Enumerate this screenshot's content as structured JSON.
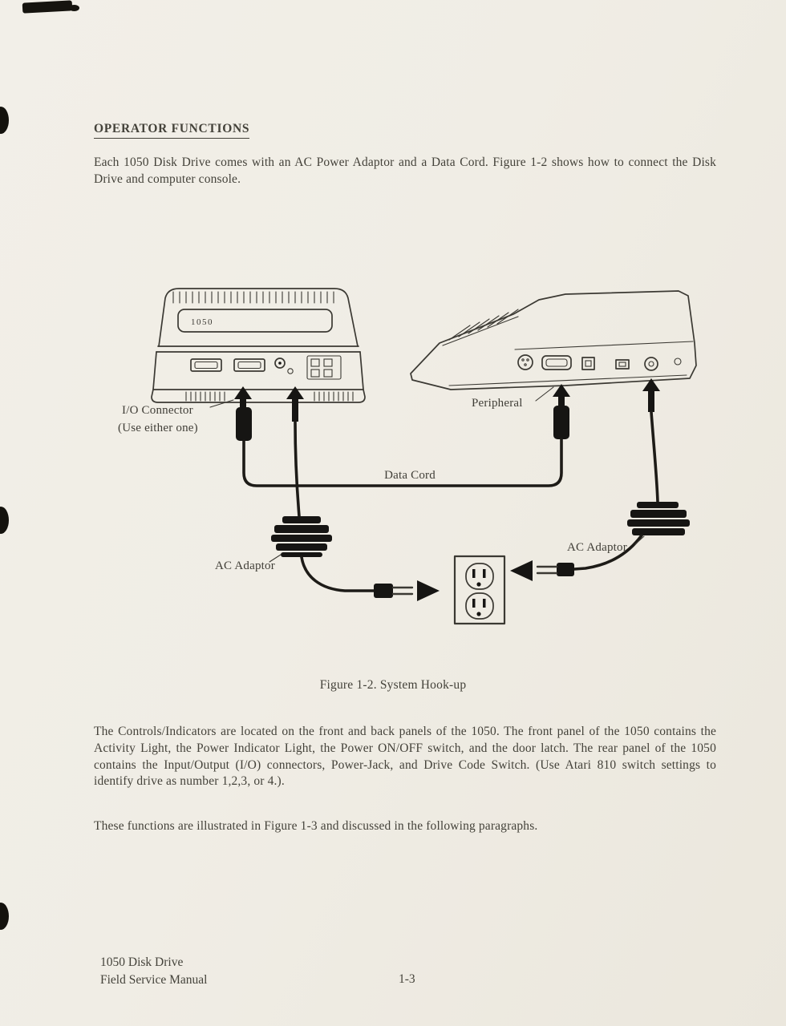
{
  "page": {
    "heading": "OPERATOR FUNCTIONS",
    "para1": "Each 1050 Disk Drive comes with an AC Power Adaptor and a Data Cord.  Figure 1-2 shows how to connect the Disk Drive and computer console.",
    "figure": {
      "caption": "Figure 1-2. System Hook-up",
      "labels": {
        "drive_model": "1050",
        "io_connector_line1": "I/O Connector",
        "io_connector_line2": "(Use either one)",
        "peripheral": "Peripheral",
        "data_cord": "Data Cord",
        "ac_adaptor_left": "AC Adaptor",
        "ac_adaptor_right": "AC Adaptor"
      }
    },
    "para2": "The Controls/Indicators are located on the front and back panels of the 1050.  The front panel of the 1050 contains the Activity Light, the Power Indicator Light, the Power ON/OFF switch, and the door latch.   The rear panel of the 1050 contains the Input/Output (I/O) connectors, Power-Jack, and Drive Code Switch.  (Use Atari 810 switch settings to identify drive as number 1,2,3, or 4.).",
    "para3": "These functions are illustrated in Figure 1-3 and discussed in the following paragraphs.",
    "footer": {
      "line1": "1050 Disk Drive",
      "line2": "Field Service Manual",
      "page_number": "1-3"
    }
  }
}
